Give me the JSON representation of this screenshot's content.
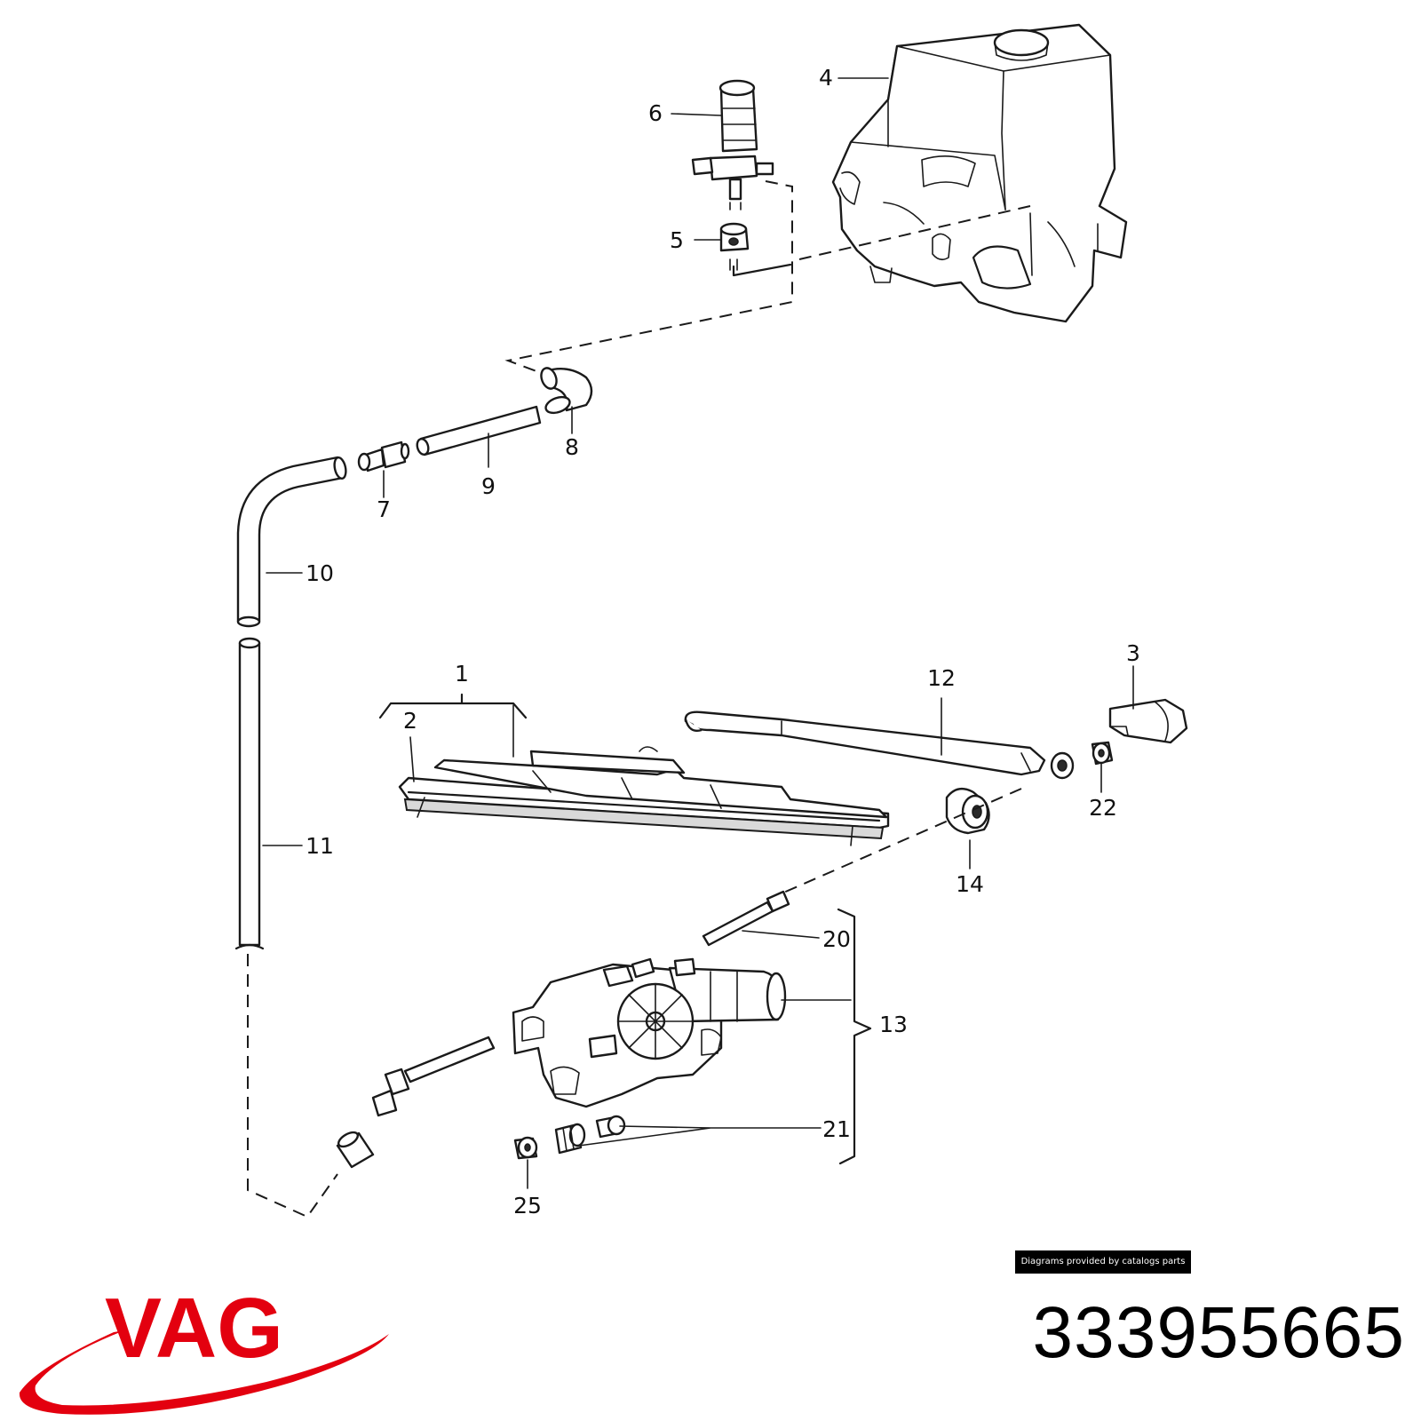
{
  "callouts": {
    "c1": "1",
    "c2": "2",
    "c3": "3",
    "c4": "4",
    "c5": "5",
    "c6": "6",
    "c7": "7",
    "c8": "8",
    "c9": "9",
    "c10": "10",
    "c11": "11",
    "c12": "12",
    "c13": "13",
    "c14": "14",
    "c20": "20",
    "c21": "21",
    "c22": "22",
    "c25": "25"
  },
  "credit": "Diagrams provided by catalogs parts",
  "brand": {
    "text": "VAG",
    "color": "#e3000f"
  },
  "part_number": "333955665"
}
